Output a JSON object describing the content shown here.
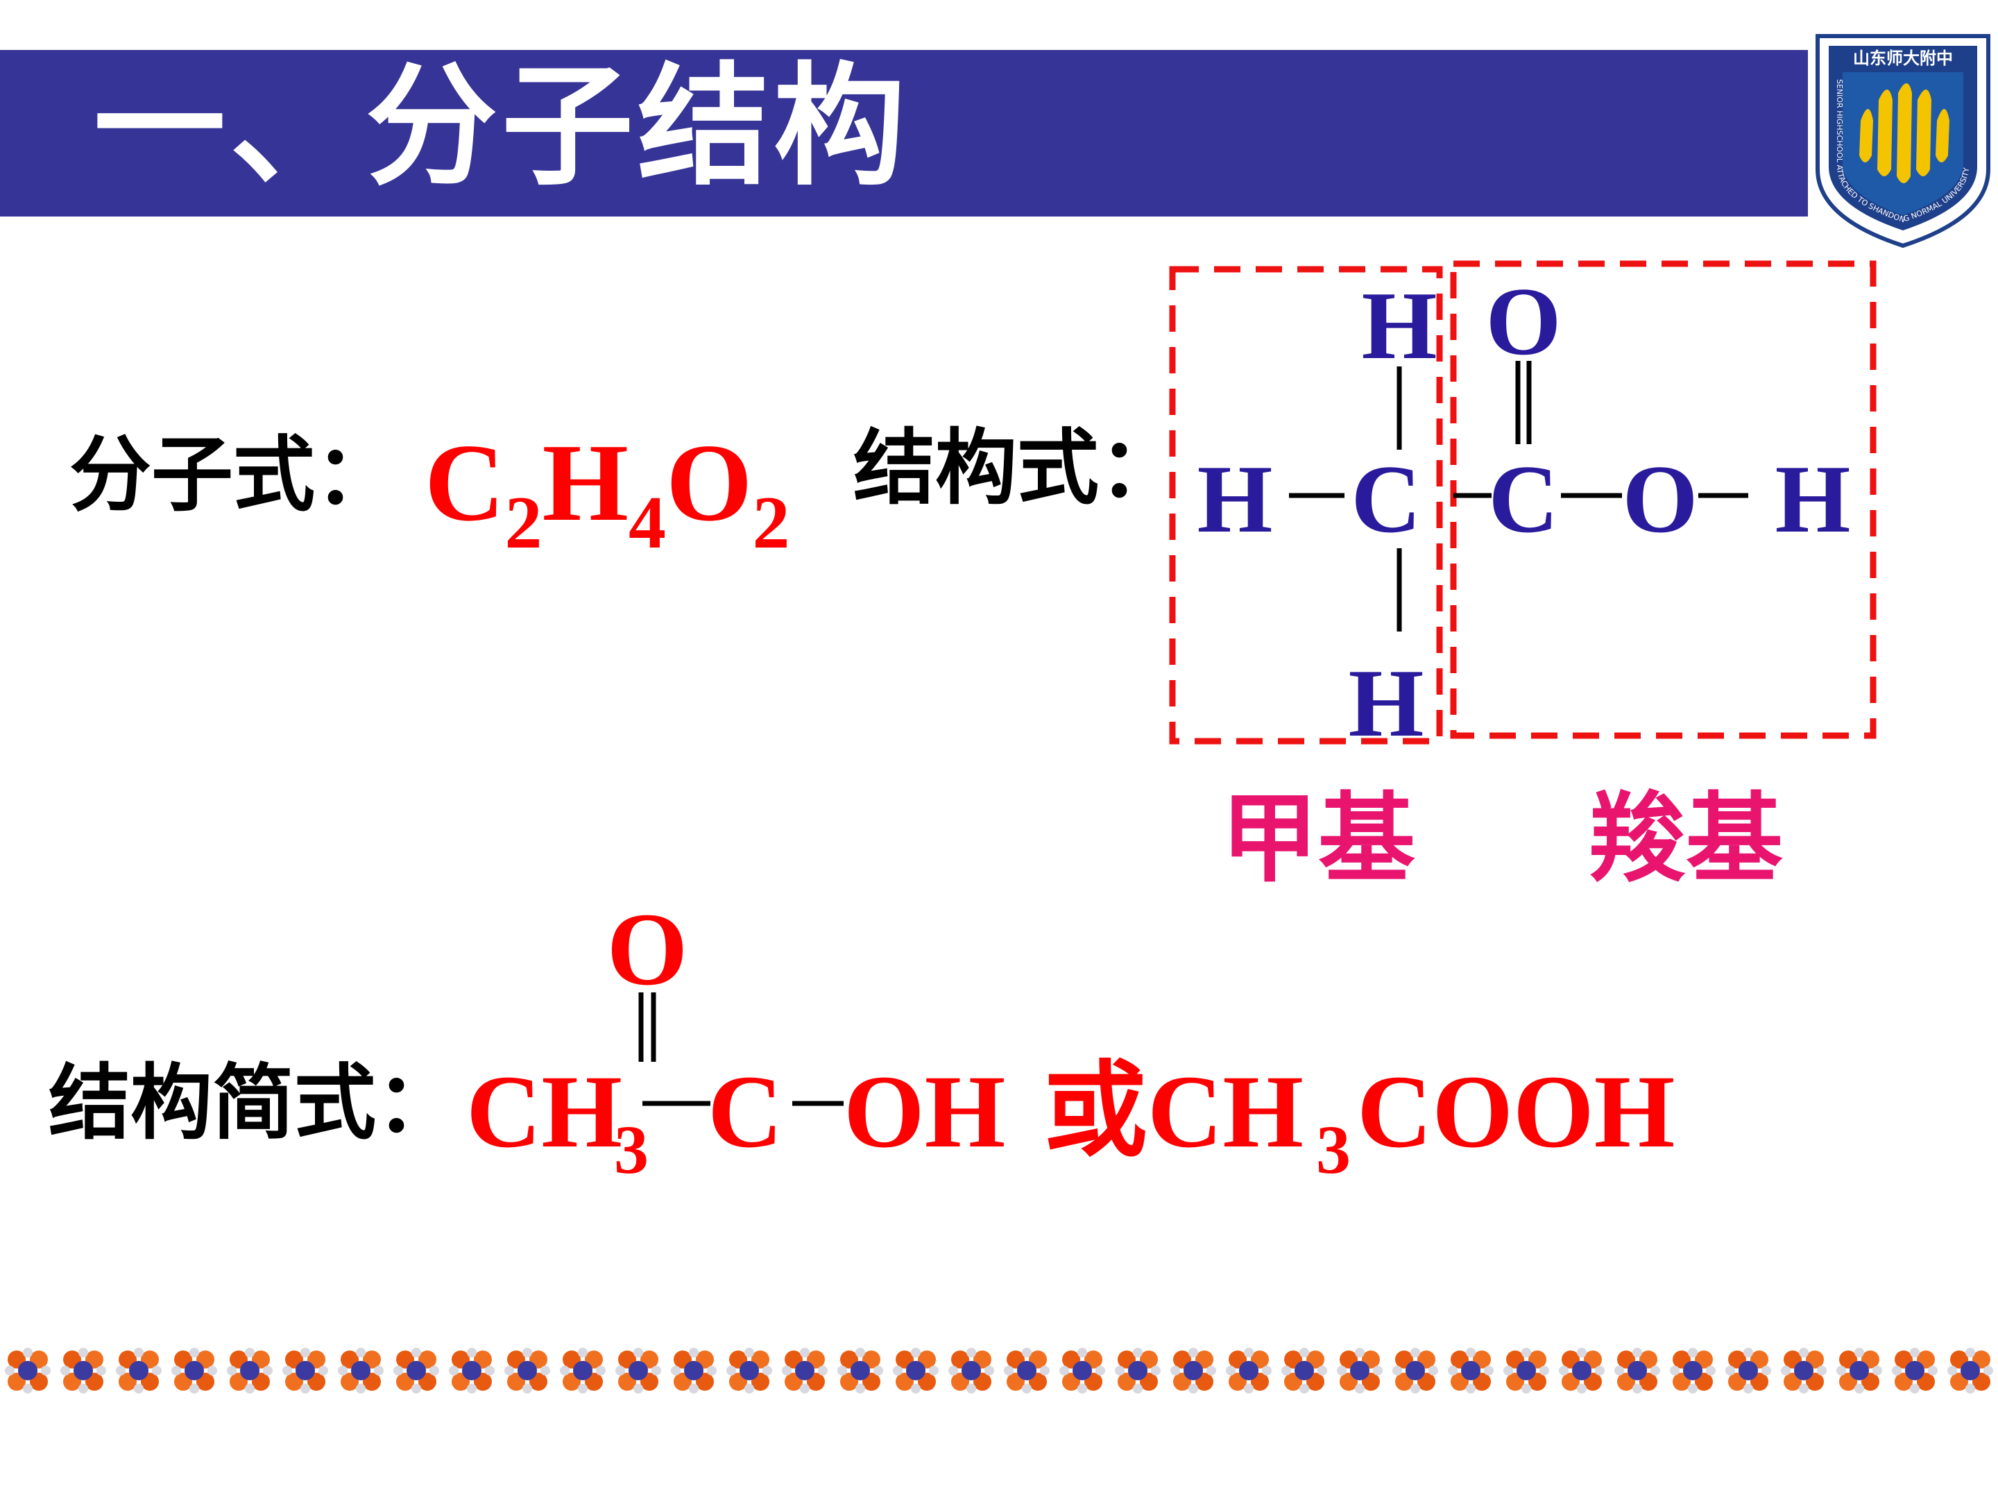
{
  "header": {
    "title": "一、分子结构",
    "bar_color": "#363497",
    "logo": {
      "top_text": "山东师大附中",
      "ring_text": "SENIOR HIGHSCHOOL ATTACHED TO SHANDONG NORMAL UNIVERSITY"
    }
  },
  "molecular_formula": {
    "label": "分子式：",
    "parts": [
      {
        "el": "C",
        "n": "2"
      },
      {
        "el": "H",
        "n": "4"
      },
      {
        "el": "O",
        "n": "2"
      }
    ]
  },
  "structural_formula": {
    "label": "结构式：",
    "atoms": {
      "h_top": "H",
      "o_top": "O",
      "h_left": "H",
      "c1": "C",
      "c2": "C",
      "o_right": "O",
      "h_right": "H",
      "h_bottom": "H"
    },
    "groups": {
      "methyl": "甲基",
      "carboxyl": "羧基"
    }
  },
  "condensed_formula": {
    "label": "结构简式：",
    "o_top": "O",
    "ch3": "CH",
    "ch3_sub": "3",
    "c": "C",
    "oh": "OH",
    "alt_prefix": "或CH",
    "alt_sub": "3",
    "alt_suffix": "COOH"
  },
  "colors": {
    "formula_red": "#ff0000",
    "atom_blue": "#2a1a9c",
    "group_pink": "#e8146e",
    "box_red": "#ee1111"
  },
  "decorations": {
    "molecule_border": "molecule-strip-icon"
  }
}
